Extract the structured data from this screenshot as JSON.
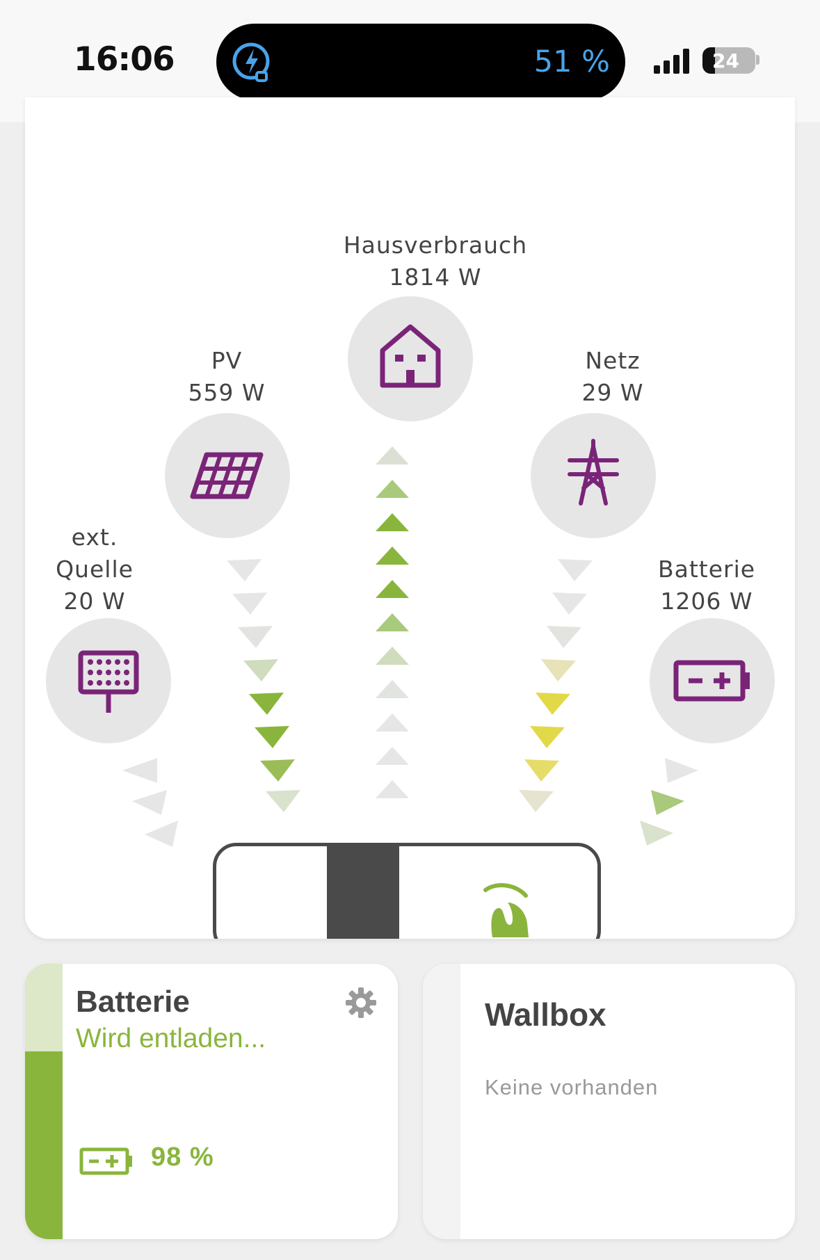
{
  "status_bar": {
    "time": "16:06",
    "charge_percent": "51 %",
    "battery_level": "24"
  },
  "flow": {
    "house": {
      "label": "Hausverbrauch",
      "power": "1814 W"
    },
    "pv": {
      "label": "PV",
      "power": "559 W"
    },
    "grid": {
      "label": "Netz",
      "power": "29 W"
    },
    "external": {
      "label_line1": "ext.",
      "label_line2": "Quelle",
      "power": "20 W"
    },
    "battery": {
      "label": "Batterie",
      "power": "1206 W"
    }
  },
  "battery_card": {
    "title": "Batterie",
    "status": "Wird entladen...",
    "percent": "98 %",
    "level_fraction": 0.98
  },
  "wallbox_card": {
    "title": "Wallbox",
    "subtitle": "Keine vorhanden"
  },
  "colors": {
    "brand_purple": "#7a2478",
    "accent_green": "#8ab53c",
    "yellow": "#e2d949",
    "node_grey": "#e6e6e6"
  },
  "icons": [
    "charging-icon",
    "house-icon",
    "solar-panel-icon",
    "power-pylon-icon",
    "external-source-icon",
    "battery-icon",
    "gear-icon",
    "logo-icon"
  ]
}
